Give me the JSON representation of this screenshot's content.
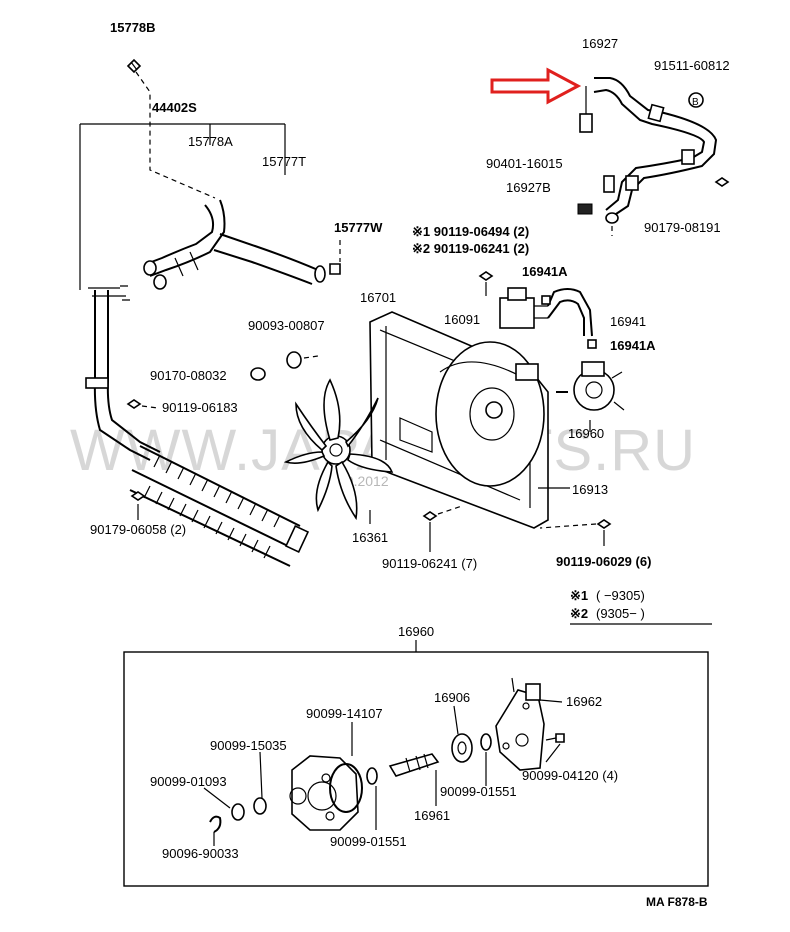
{
  "labels": {
    "p15778B": "15778B",
    "p44402S": "44402S",
    "p15778A": "15778A",
    "p15777T": "15777T",
    "p15777W": "15777W",
    "p16927": "16927",
    "p91511": "91511-60812",
    "p90401": "90401-16015",
    "p16927B": "16927B",
    "p90179_08191": "90179-08191",
    "p90119_06494": "※1 90119-06494 (2)",
    "p90119_06241_2": "※2 90119-06241 (2)",
    "p16941A_top": "16941A",
    "p16091": "16091",
    "p16941": "16941",
    "p16941A_bot": "16941A",
    "p16701": "16701",
    "p90093": "90093-00807",
    "p90170": "90170-08032",
    "p90119_06183": "90119-06183",
    "p16960_top": "16960",
    "p16913": "16913",
    "p90179_06058": "90179-06058 (2)",
    "p16361": "16361",
    "p90119_06241_7": "90119-06241 (7)",
    "p90119_06029": "90119-06029 (6)",
    "note1_key": "※1",
    "note1_val": "(      −9305)",
    "note2_key": "※2",
    "note2_val": "(9305−      )",
    "p16960_box": "16960",
    "p90099_14107": "90099-14107",
    "p16906": "16906",
    "p16962": "16962",
    "p90099_15035": "90099-15035",
    "p90099_04120": "90099-04120 (4)",
    "p90099_01093": "90099-01093",
    "p90099_01551_a": "90099-01551",
    "p16961": "16961",
    "p90096_90033": "90096-90033",
    "p90099_01551_b": "90099-01551",
    "code": "MA F878-B",
    "B_badge": "B"
  },
  "watermark": {
    "main": "WWW.JAPANCATS.RU",
    "small": "09.2012"
  },
  "colors": {
    "arrow": "#e0201e",
    "ink": "#000000",
    "watermark": "#b8b8b8"
  }
}
